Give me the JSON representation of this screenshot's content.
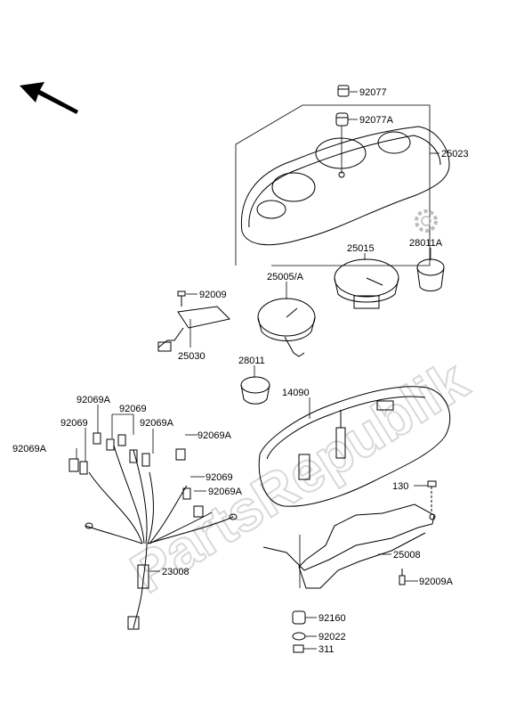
{
  "watermark": "PartsRepublik",
  "labels": {
    "p92077": "92077",
    "p92077a": "92077A",
    "p25023": "25023",
    "p25015": "25015",
    "p28011a": "28011A",
    "p25005a": "25005/A",
    "p92009": "92009",
    "p25030": "25030",
    "p28011": "28011",
    "p14090": "14090",
    "p92069a_1": "92069A",
    "p92069_1": "92069",
    "p92069_2": "92069",
    "p92069a_2": "92069A",
    "p92069a_3": "92069A",
    "p92069a_4": "92069A",
    "p92069_3": "92069",
    "p92069a_5": "92069A",
    "p130": "130",
    "p25008": "25008",
    "p23008": "23008",
    "p92009a": "92009A",
    "p92160": "92160",
    "p92022": "92022",
    "p311": "311"
  }
}
